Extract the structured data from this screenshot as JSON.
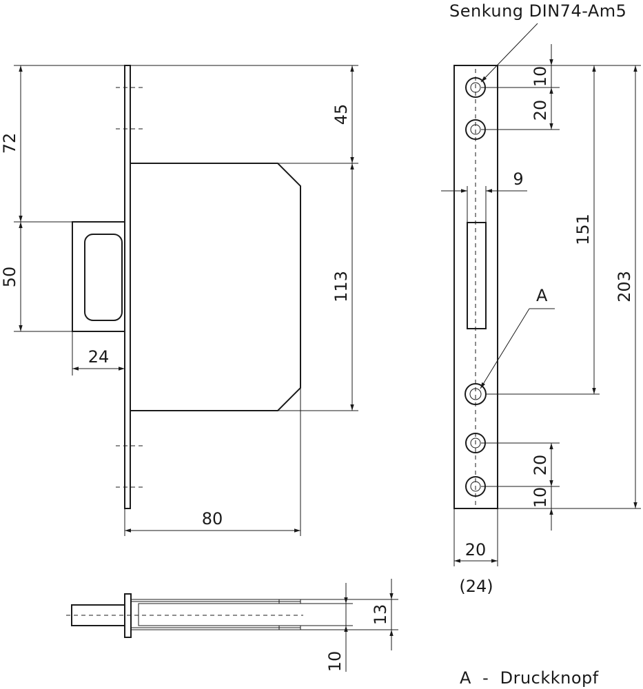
{
  "labels": {
    "countersink_note": "Senkung DIN74-Am5",
    "legend": "A  -  Druckknopf",
    "marker_a": "A"
  },
  "dimensions": {
    "d72": "72",
    "d50": "50",
    "d24": "24",
    "d45": "45",
    "d113": "113",
    "d80": "80",
    "d10_top": "10",
    "d20_top": "20",
    "d9": "9",
    "d151": "151",
    "d203": "203",
    "d20_bot": "20",
    "d10_bot": "10",
    "d20_width": "20",
    "d24_paren": "(24)",
    "d13": "13",
    "d10_side": "10"
  }
}
